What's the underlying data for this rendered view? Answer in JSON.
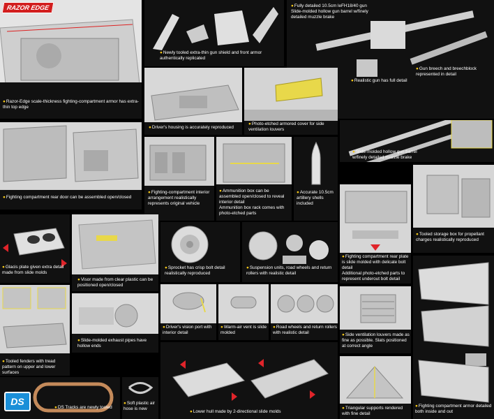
{
  "brand": {
    "logo": "RAZOR EDGE",
    "ds_logo": "DS"
  },
  "colors": {
    "background": "#000000",
    "model_gray": "#dcdcdc",
    "photo_etch": "#e8d84a",
    "arrow": "#e0242a",
    "bullet": "#f0c419"
  },
  "captions": {
    "razor_edge": "Razor-Edge scale-thickness fighting-compartment armor has extra-thin top edge",
    "gun_shield": "Newly tooled extra-thin gun shield and front armor authentically replicated",
    "gun_detail": "Fully detailed 10.5cm leFH18/40 gun\nSlide-molded hollow gun barrel w/finely detailed muzzle brake",
    "breech": "Gun breech and breechblock represented in detail",
    "realistic_gun": "Realistic gun has full detail",
    "drivers_housing": "Driver's housing is accurately reproduced",
    "photo_etched_cover": "Photo-etched armored cover for side ventilation louvers",
    "barrel": "Slide-molded hollow gun barrel w/finely detailed muzzle brake",
    "rear_door": "Fighting compartment rear door can be assembled open/closed",
    "interior": "Fighting-compartment interior arrangement realistically represents original vehicle",
    "ammo_box": "Ammunition box can be assembled open/closed to reveal interior detail\nAmmunition box rack comes with photo-etched parts",
    "shells": "Accurate 10.5cm artillery shells included",
    "storage_box": "Tooled storage box for propellant charges realistically reproduced",
    "glacis": "Glacis plate given extra detail made from slide molds",
    "visor": "Visor made from clear plastic can be positioned open/closed",
    "sprocket": "Sprocket has crisp bolt detail realistically reproduced",
    "suspension": "Suspension units, road wheels and return rollers with realistic detail",
    "rear_plate": "Fighting compartment rear plate is slide molded with delicate bolt detail\nAdditional photo-etched parts to represent underout bolt detail",
    "exhaust": "Slide-molded exhaust pipes have hollow ends",
    "vision_port": "Driver's vision port with interior detail",
    "warm_air": "Warm-air vent is slide molded",
    "road_wheels": "Road wheels and return rollers with realistic detail",
    "louvers": "Side ventilation louvers made as fine as possible. Slats positioned at correct angle",
    "fenders": "Tooled fenders with tread pattern on upper and lower surfaces",
    "lower_hull": "Lower hull made by 2-directional slide molds",
    "triangular": "Triangular supports rendered with fine detail",
    "armor_inside_out": "Fighting compartment armor detailed both inside and out",
    "ds_tracks": "DS Tracks are newly tooled",
    "air_hose": "Soft plastic air hose is new"
  }
}
